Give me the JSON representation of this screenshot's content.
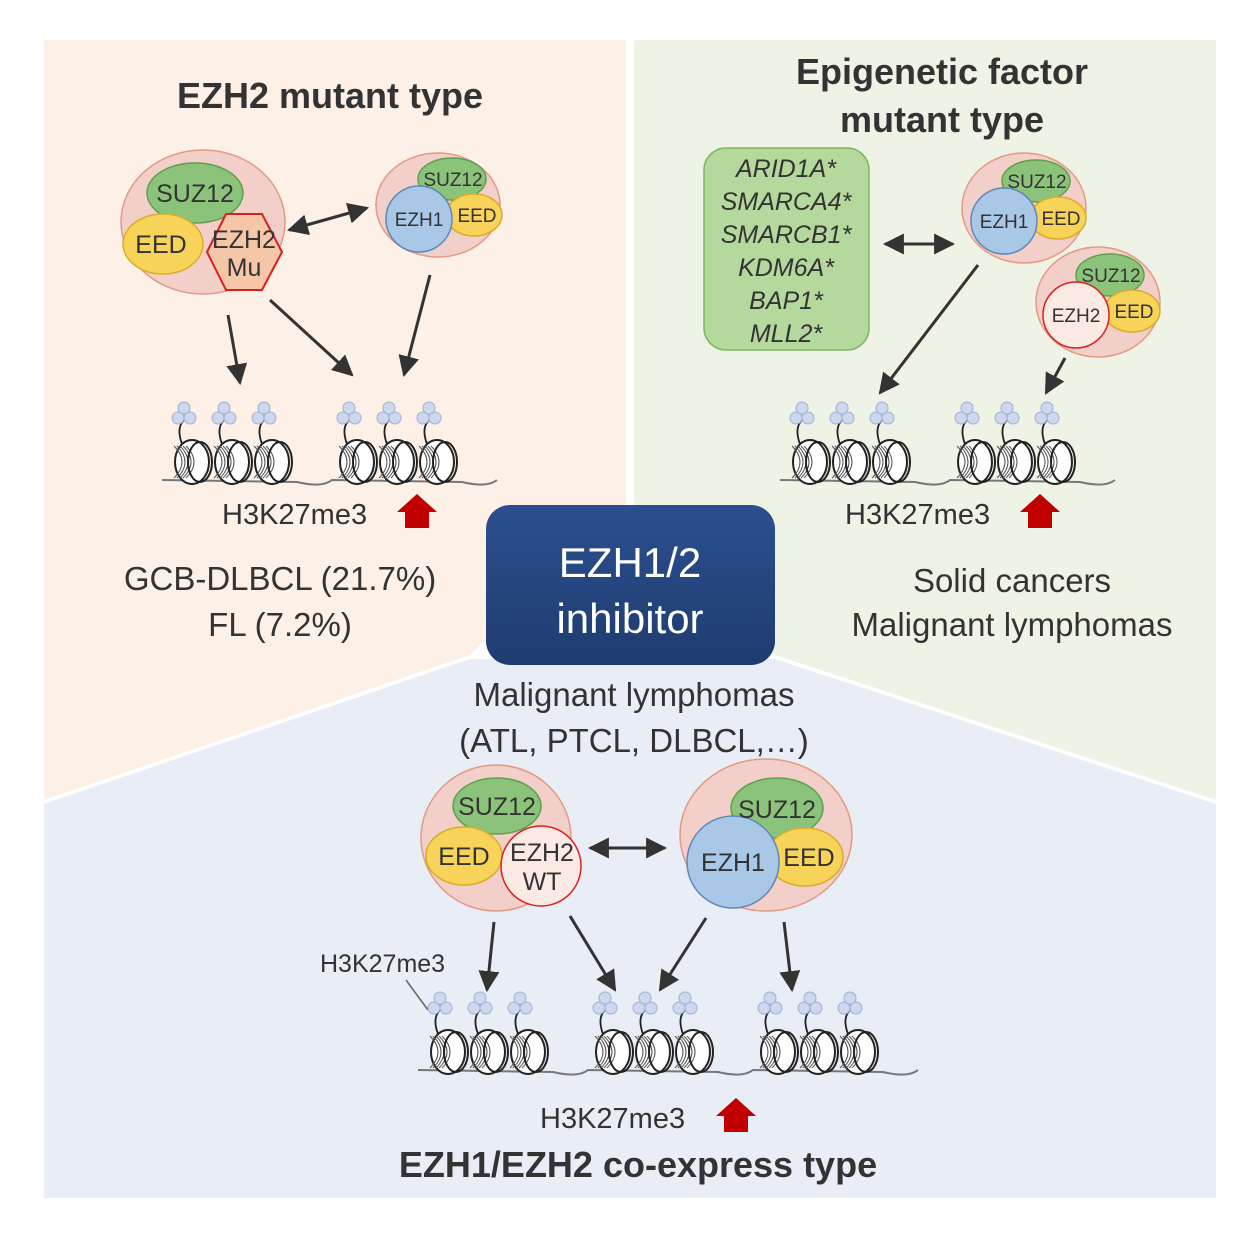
{
  "colors": {
    "panel_left": "#fdf0e7",
    "panel_right": "#eef3e6",
    "panel_bottom": "#e8edf6",
    "complex_bg": "#f3cfc9",
    "suz12": "#8cc37a",
    "eed": "#f7d35a",
    "ezh1": "#a9c8e8",
    "ezh2": "#fbeae4",
    "ezh2_mu": "#f6c6a8",
    "mutation_box": "#b5d99c",
    "inhibitor_box": "#274a86",
    "up_arrow": "#c00000",
    "methyl_mark": "#cdd8ee"
  },
  "panels": {
    "ezh2_mutant": {
      "title": "EZH2 mutant type",
      "complex_mu": {
        "suz12": "SUZ12",
        "eed": "EED",
        "ezh2_line1": "EZH2",
        "ezh2_line2": "Mu"
      },
      "complex_ezh1": {
        "suz12": "SUZ12",
        "eed": "EED",
        "ezh1": "EZH1"
      },
      "mark_label": "H3K27me3",
      "diseases": [
        "GCB-DLBCL (21.7%)",
        "FL (7.2%)"
      ]
    },
    "epigenetic": {
      "title_line1": "Epigenetic factor",
      "title_line2": "mutant type",
      "genes": [
        "ARID1A*",
        "SMARCA4*",
        "SMARCB1*",
        "KDM6A*",
        "BAP1*",
        "MLL2*"
      ],
      "complex_ezh1": {
        "suz12": "SUZ12",
        "eed": "EED",
        "ezh1": "EZH1"
      },
      "complex_ezh2": {
        "suz12": "SUZ12",
        "eed": "EED",
        "ezh2": "EZH2"
      },
      "mark_label": "H3K27me3",
      "diseases": [
        "Solid cancers",
        "Malignant lymphomas"
      ]
    },
    "inhibitor": {
      "line1": "EZH1/2",
      "line2": "inhibitor"
    },
    "coexpress": {
      "diseases": [
        "Malignant lymphomas",
        "(ATL, PTCL, DLBCL,…)"
      ],
      "complex_ezh2": {
        "suz12": "SUZ12",
        "eed": "EED",
        "ezh2_line1": "EZH2",
        "ezh2_line2": "WT"
      },
      "complex_ezh1": {
        "suz12": "SUZ12",
        "eed": "EED",
        "ezh1": "EZH1"
      },
      "mark_callout": "H3K27me3",
      "mark_label": "H3K27me3",
      "title": "EZH1/EZH2 co-express type"
    }
  }
}
